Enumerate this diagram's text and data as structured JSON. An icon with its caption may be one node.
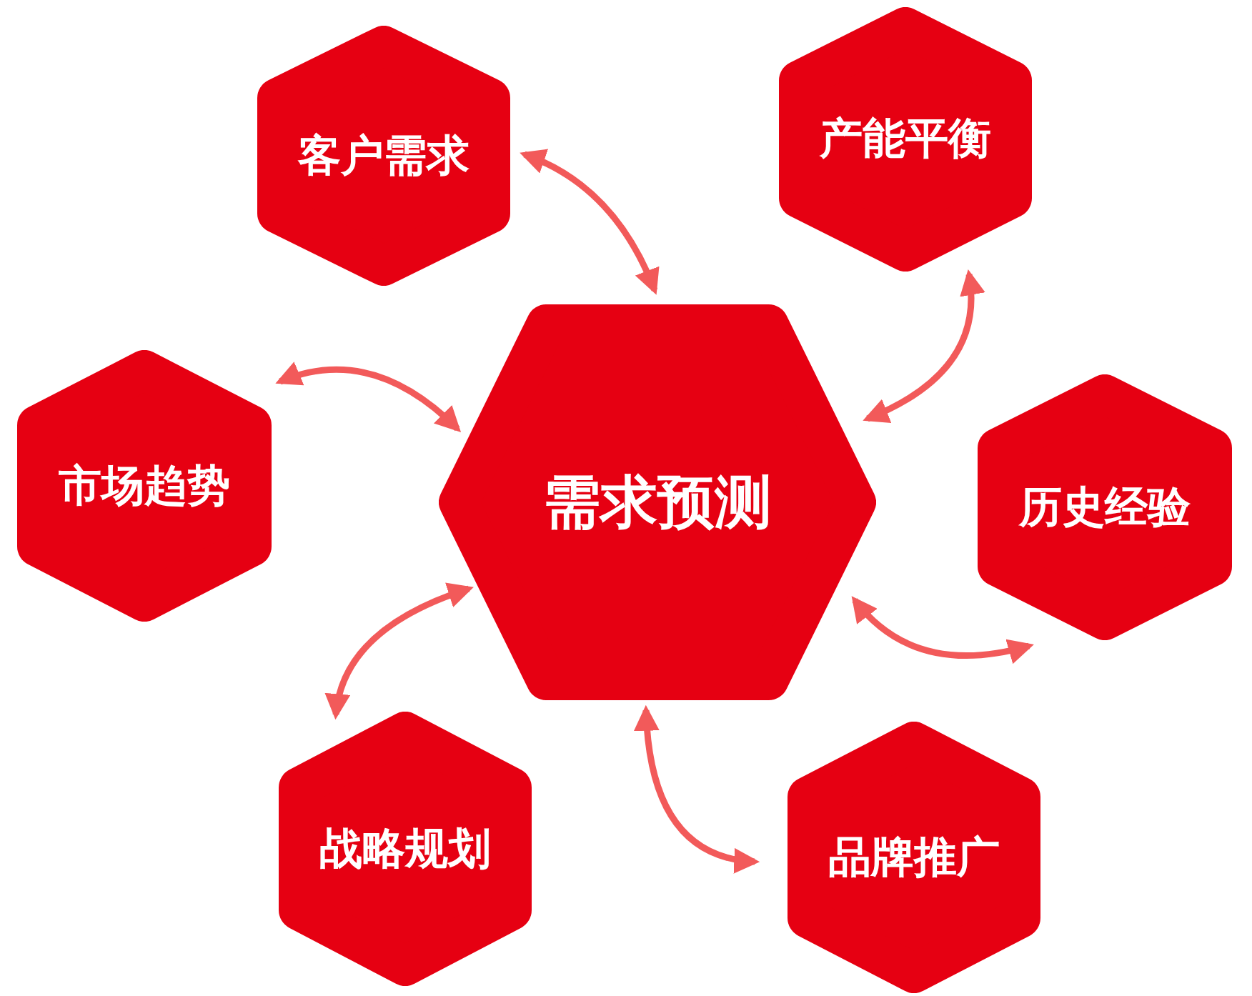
{
  "diagram": {
    "nodes": [
      {
        "text": [
          "客户需求"
        ]
      },
      {
        "text": [
          "产能平衡"
        ]
      },
      {
        "text": [
          "市场趋势"
        ]
      },
      {
        "text": [
          "需求预测"
        ]
      },
      {
        "text": [
          "历史经验"
        ]
      },
      {
        "text": [
          "战略规划"
        ]
      },
      {
        "text": [
          "品牌推广"
        ]
      }
    ],
    "edges": [
      {
        "from": 3,
        "to": 0,
        "arrow": "both"
      },
      {
        "from": 3,
        "to": 1,
        "arrow": "both"
      },
      {
        "from": 3,
        "to": 2,
        "arrow": "both"
      },
      {
        "from": 3,
        "to": 4,
        "arrow": "both"
      },
      {
        "from": 3,
        "to": 5,
        "arrow": "both"
      },
      {
        "from": 3,
        "to": 6,
        "arrow": "both"
      }
    ]
  }
}
